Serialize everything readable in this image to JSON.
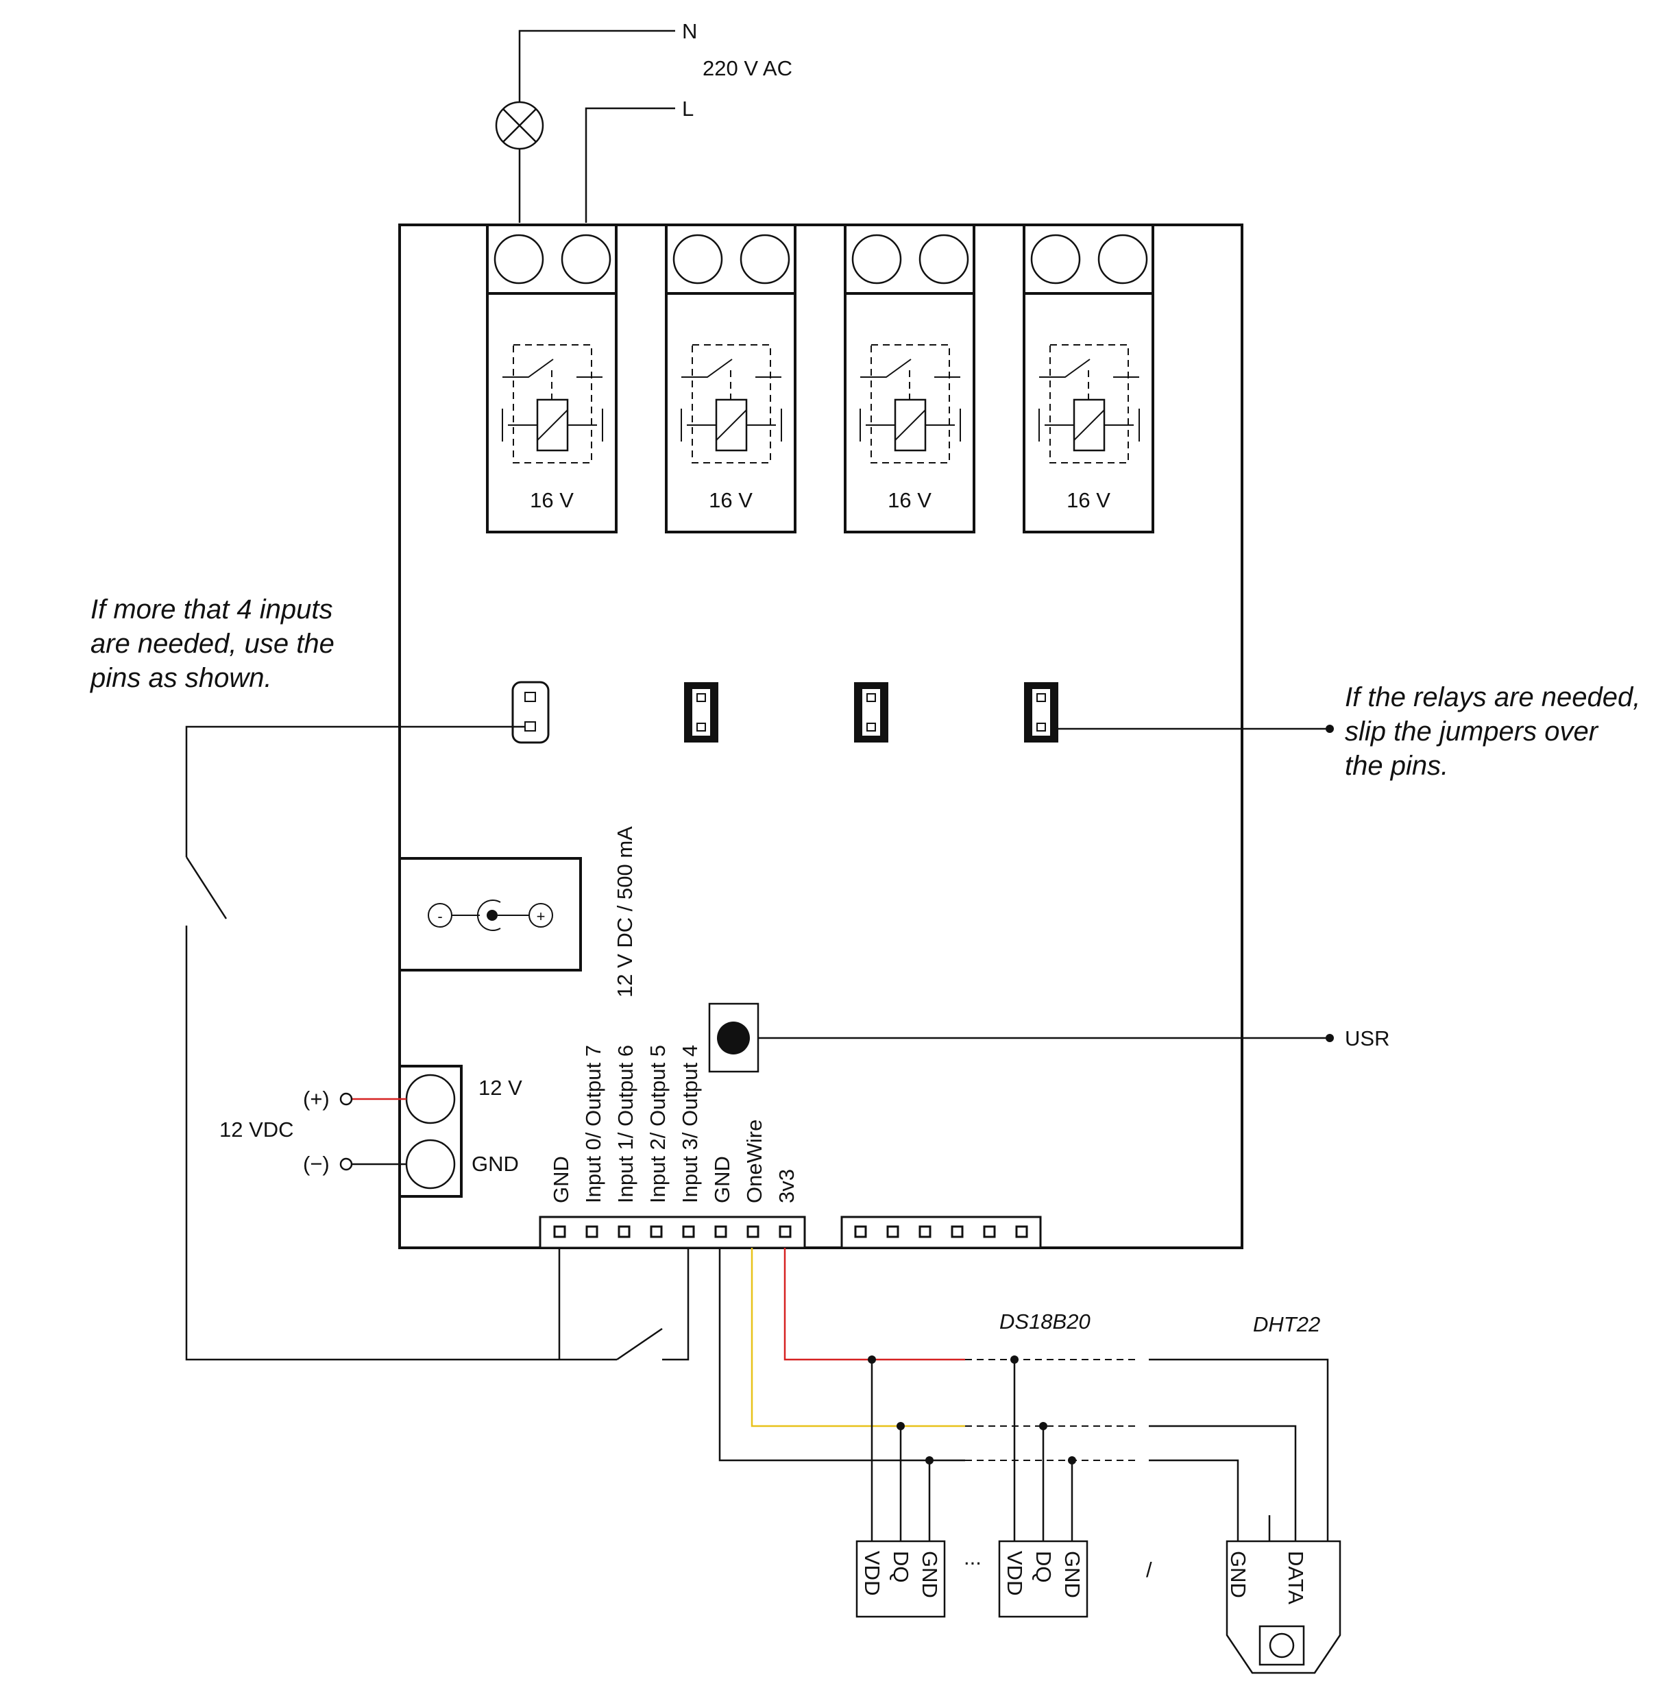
{
  "mains": {
    "neutral": "N",
    "line": "L",
    "voltage": "220 V AC"
  },
  "relays": [
    {
      "label": "16 V"
    },
    {
      "label": "16 V"
    },
    {
      "label": "16 V"
    },
    {
      "label": "16 V"
    }
  ],
  "notes": {
    "inputs_line1": "If more that 4 inputs",
    "inputs_line2": "are needed, use the",
    "inputs_line3": "pins as shown.",
    "relays_line1": "If the relays are needed,",
    "relays_line2": "slip the jumpers over",
    "relays_line3": "the pins."
  },
  "dc_jack": {
    "label": "12 V DC / 500 mA",
    "minus": "-",
    "plus": "+"
  },
  "usr_button": {
    "label": "USR"
  },
  "power_terminal": {
    "supply": "12 VDC",
    "plus": "(+)",
    "minus": "(−)",
    "top": "12 V",
    "bottom": "GND"
  },
  "header_pins": [
    "GND",
    "Input 0/ Output 7",
    "Input 1/ Output 6",
    "Input 2/ Output 5",
    "Input 3/ Output 4",
    "GND",
    "OneWire",
    "3v3"
  ],
  "sensors": {
    "ds18b20_title": "DS18B20",
    "dht22_title": "DHT22",
    "ds_pins": [
      "VDD",
      "DQ",
      "GND"
    ],
    "ellipsis": "...",
    "separator": "/",
    "dht_pins": [
      "GND",
      "DATA"
    ]
  },
  "colors": {
    "supply": "#d62222",
    "data": "#e8c21a",
    "wire": "#111111"
  }
}
